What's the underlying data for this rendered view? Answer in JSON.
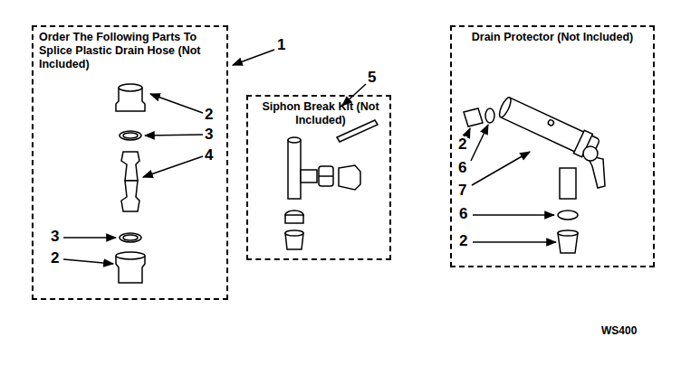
{
  "diagram": {
    "nodes": [
      {
        "text": [
          "Order The Following Parts To Splice Plastic Drain Hose (Not Included)"
        ]
      },
      {
        "text": [
          "Siphon Break Kit (Not Included)"
        ]
      },
      {
        "text": [
          "Drain Protector (Not Included)"
        ]
      }
    ],
    "labels": [
      "1",
      "2",
      "3",
      "4",
      "3",
      "2",
      "5",
      "2",
      "6",
      "7",
      "6",
      "2",
      "WS400"
    ]
  }
}
